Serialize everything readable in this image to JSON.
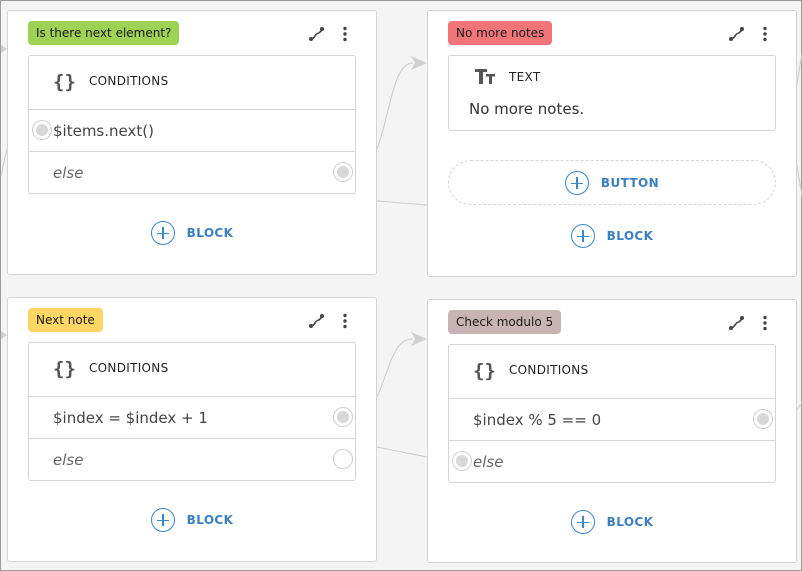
{
  "colors": {
    "accent": "#3b86c6",
    "canvas_bg": "#f4f4f4",
    "border": "#d4d4d4"
  },
  "nodes": [
    {
      "title": "Is there next element?",
      "title_color": "#9ed254",
      "block": {
        "icon": "{}",
        "icon_name": "curly-braces-icon",
        "label": "CONDITIONS",
        "rows": [
          {
            "text": "$items.next()",
            "port": "left-filled"
          },
          {
            "text": "else",
            "port": "right-filled"
          }
        ]
      },
      "add_block_label": "BLOCK"
    },
    {
      "title": "No more notes",
      "title_color": "#f07478",
      "block": {
        "icon": "TT",
        "icon_name": "text-format-icon",
        "label": "TEXT",
        "body": "No more notes."
      },
      "add_button_label": "BUTTON",
      "add_block_label": "BLOCK"
    },
    {
      "title": "Next note",
      "title_color": "#fdd663",
      "block": {
        "icon": "{}",
        "icon_name": "curly-braces-icon",
        "label": "CONDITIONS",
        "rows": [
          {
            "text": "$index = $index + 1",
            "port": "right-filled"
          },
          {
            "text": "else",
            "port": "right-empty"
          }
        ]
      },
      "add_block_label": "BLOCK"
    },
    {
      "title": "Check modulo 5",
      "title_color": "#c8b4b4",
      "block": {
        "icon": "{}",
        "icon_name": "curly-braces-icon",
        "label": "CONDITIONS",
        "rows": [
          {
            "text": "$index % 5 == 0",
            "port": "right-filled"
          },
          {
            "text": "else",
            "port": "left-filled"
          }
        ]
      },
      "add_block_label": "BLOCK"
    }
  ]
}
